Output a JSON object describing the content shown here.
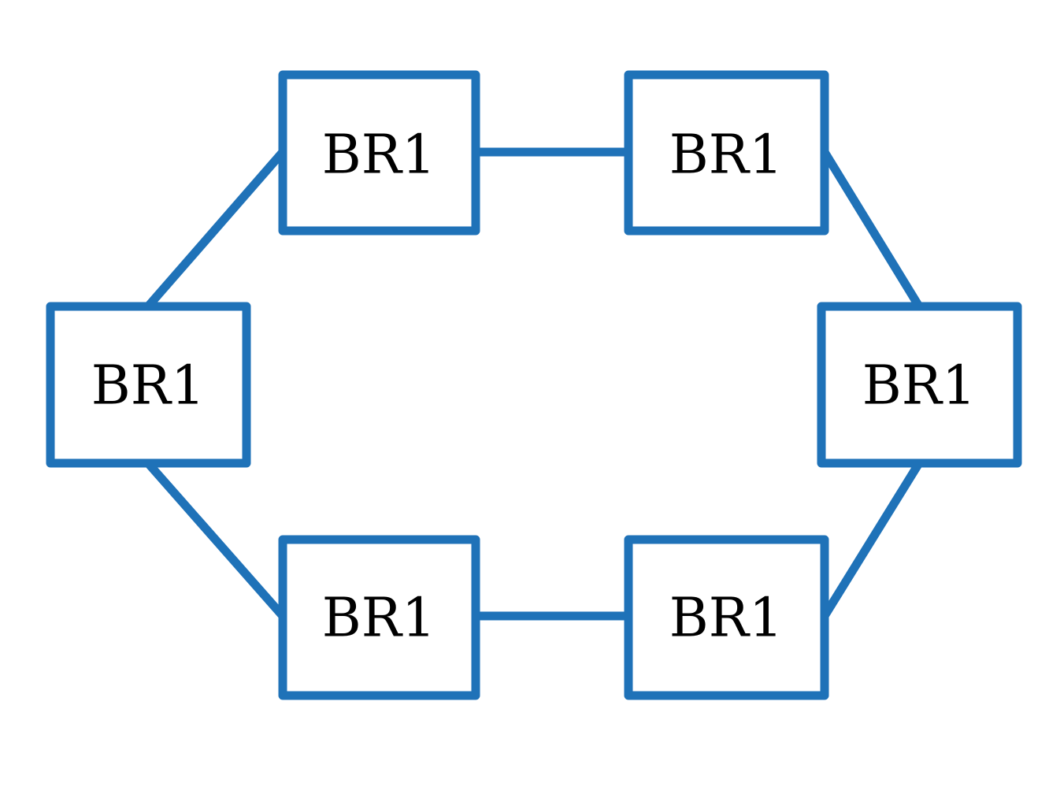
{
  "diagram": {
    "type": "ring-topology",
    "stroke_color": "#1f72b8",
    "text_color": "#000000",
    "background": "#ffffff",
    "nodes": [
      {
        "id": "top-left",
        "label": "BR1"
      },
      {
        "id": "top-right",
        "label": "BR1"
      },
      {
        "id": "right",
        "label": "BR1"
      },
      {
        "id": "bottom-right",
        "label": "BR1"
      },
      {
        "id": "bottom-left",
        "label": "BR1"
      },
      {
        "id": "left",
        "label": "BR1"
      }
    ],
    "edges": [
      {
        "from": "top-left",
        "to": "top-right"
      },
      {
        "from": "top-right",
        "to": "right"
      },
      {
        "from": "right",
        "to": "bottom-right"
      },
      {
        "from": "bottom-right",
        "to": "bottom-left"
      },
      {
        "from": "bottom-left",
        "to": "left"
      },
      {
        "from": "left",
        "to": "top-left"
      }
    ]
  }
}
